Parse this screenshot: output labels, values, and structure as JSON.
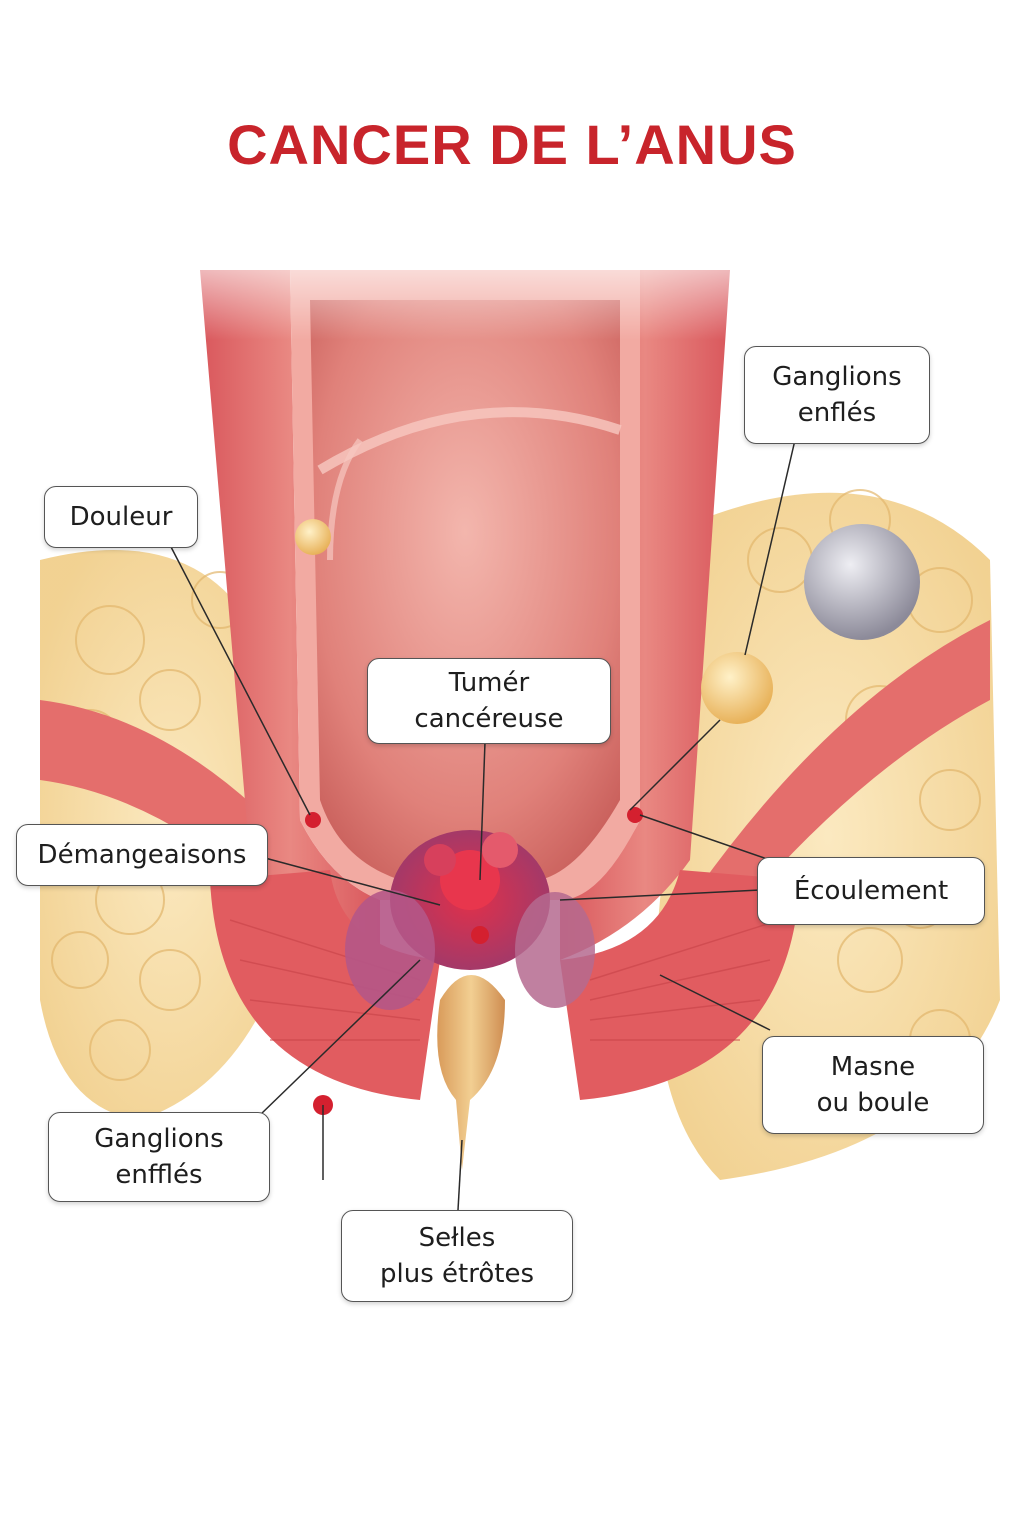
{
  "title": "CANCER DE L’ANUS",
  "labels": {
    "ganglions_top_line1": "Ganglions",
    "ganglions_top_line2": "enflés",
    "douleur": "Douleur",
    "tumeur_line1": "Tumér",
    "tumeur_line2": "cancéreuse",
    "demangeaisons": "Démangeaisons",
    "ecoulement": "Écoulement",
    "masse_line1": "Masne",
    "masse_line2": "ou boule",
    "ganglions_bottom_line1": "Ganglions",
    "ganglions_bottom_line2": "enfflés",
    "selles_line1": "Sełles",
    "selles_line2": "plus étrôtes"
  },
  "colors": {
    "title": "#c8242b",
    "muscle": "#e06b6b",
    "mucosa": "#f0a8a0",
    "fat": "#f7dca0",
    "tumor": "#c9304a",
    "lymph_node": "#f4cf7c",
    "leader_line": "#2a2a2a"
  },
  "icons": {
    "pain_point": "red-dot-icon"
  }
}
